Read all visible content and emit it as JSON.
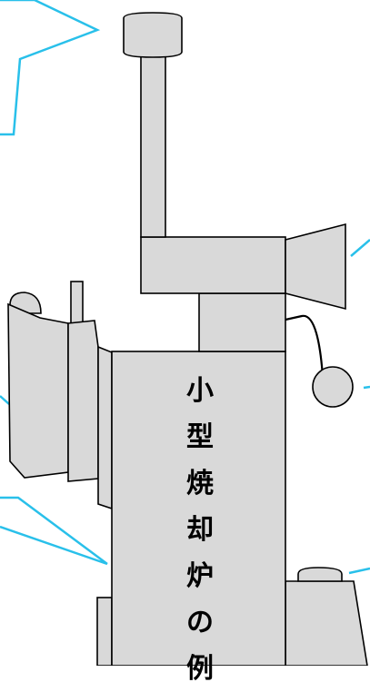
{
  "diagram": {
    "title_chars": [
      "小",
      "型",
      "焼",
      "却",
      "炉",
      "の",
      "例"
    ],
    "colors": {
      "body_fill": "#d9d9d9",
      "outline": "#000000",
      "callout": "#29c0ea",
      "background": "#ffffff",
      "text": "#000000"
    },
    "parts": [
      "chimney-cap",
      "chimney-pipe",
      "upper-block",
      "exhaust-hood",
      "neck-block",
      "main-body",
      "side-door",
      "door-knob",
      "side-rod",
      "round-gauge",
      "gauge-cable",
      "base-unit",
      "base-cap",
      "left-foot"
    ],
    "callouts": [
      "top-left-callout",
      "right-upper-callout",
      "right-middle-callout",
      "right-lower-callout",
      "left-middle-callout",
      "left-lower-callout"
    ]
  }
}
